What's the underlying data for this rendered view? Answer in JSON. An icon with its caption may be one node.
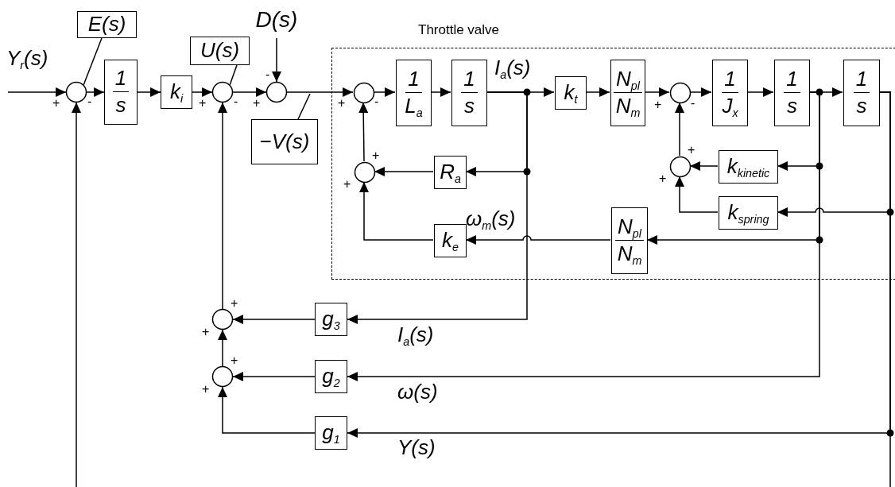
{
  "diagram": {
    "nodes": [
      {
        "text": [],
        "shape": "circle",
        "beside": [
          "+",
          "-"
        ]
      },
      {
        "text": [
          "E(s)"
        ]
      },
      {
        "text": [
          "1",
          "s"
        ]
      },
      {
        "text": [
          "k$_{i}$"
        ]
      },
      {
        "text": [],
        "shape": "circle",
        "beside": [
          "+",
          "-"
        ]
      },
      {
        "text": [
          "U(s)"
        ]
      },
      {
        "text": [
          "D(s)"
        ]
      },
      {
        "text": [],
        "shape": "circle",
        "beside": [
          "-",
          "+"
        ]
      },
      {
        "text": [
          "−V(s)"
        ]
      },
      {
        "text": [
          "Throttle valve"
        ]
      },
      {
        "text": [],
        "shape": "circle",
        "beside": [
          "+",
          "-"
        ],
        "in": 9
      },
      {
        "text": [
          "1",
          "L$_{a}$"
        ],
        "in": 9
      },
      {
        "text": [
          "1",
          "s"
        ],
        "in": 9
      },
      {
        "text": [
          "k$_{t}$"
        ],
        "in": 9
      },
      {
        "text": [
          "N$_{pl}$",
          "N$_{m}$"
        ],
        "in": 9
      },
      {
        "text": [],
        "shape": "circle",
        "beside": [
          "+",
          "-"
        ],
        "in": 9
      },
      {
        "text": [
          "1",
          "J$_{x}$"
        ],
        "in": 9
      },
      {
        "text": [
          "1",
          "s"
        ],
        "in": 9
      },
      {
        "text": [
          "1",
          "s"
        ],
        "in": 9
      },
      {
        "text": [],
        "shape": "circle",
        "beside": [
          "+",
          "+"
        ],
        "in": 9
      },
      {
        "text": [
          "R$_{a}$"
        ],
        "in": 9
      },
      {
        "text": [
          "k$_{e}$"
        ],
        "in": 9
      },
      {
        "text": [
          "N$_{pl}$",
          "N$_{m}$"
        ],
        "in": 9
      },
      {
        "text": [],
        "shape": "circle",
        "beside": [
          "+",
          "+"
        ],
        "in": 9
      },
      {
        "text": [
          "k$_{kinetic}$"
        ],
        "in": 9
      },
      {
        "text": [
          "k$_{spring}$"
        ],
        "in": 9
      },
      {
        "text": [],
        "shape": "circle",
        "beside": [
          "+",
          "+"
        ]
      },
      {
        "text": [
          "g$_{3}$"
        ]
      },
      {
        "text": [],
        "shape": "circle",
        "beside": [
          "+",
          "+"
        ]
      },
      {
        "text": [
          "g$_{2}$"
        ]
      },
      {
        "text": [
          "g$_{1}$"
        ]
      }
    ],
    "edges": [
      {
        "from": null,
        "to": 0,
        "arrow": "to"
      },
      {
        "from": 0,
        "to": 2,
        "arrow": "to"
      },
      {
        "from": 2,
        "to": 3,
        "arrow": "to"
      },
      {
        "from": 3,
        "to": 4,
        "arrow": "to"
      },
      {
        "from": 4,
        "to": 7,
        "arrow": "to"
      },
      {
        "from": 6,
        "to": 7,
        "arrow": "to"
      },
      {
        "from": 7,
        "to": 10,
        "arrow": "to"
      },
      {
        "from": 10,
        "to": 11,
        "arrow": "to"
      },
      {
        "from": 11,
        "to": 12,
        "arrow": "to"
      },
      {
        "from": 12,
        "to": 13,
        "arrow": "to"
      },
      {
        "from": 13,
        "to": 14,
        "arrow": "to"
      },
      {
        "from": 14,
        "to": 15,
        "arrow": "to"
      },
      {
        "from": 15,
        "to": 16,
        "arrow": "to"
      },
      {
        "from": 16,
        "to": 17,
        "arrow": "to"
      },
      {
        "from": 17,
        "to": 18,
        "arrow": "to"
      },
      {
        "from": 18,
        "to": null,
        "arrow": "none"
      },
      {
        "from": null,
        "to": 0,
        "arrow": "to"
      },
      {
        "from": 12,
        "to": 20,
        "arrow": "to"
      },
      {
        "from": 12,
        "to": 27,
        "arrow": "to"
      },
      {
        "from": 20,
        "to": 19,
        "arrow": "to"
      },
      {
        "from": 21,
        "to": 19,
        "arrow": "to"
      },
      {
        "from": 19,
        "to": 10,
        "arrow": "to"
      },
      {
        "from": 22,
        "to": 21,
        "arrow": "to"
      },
      {
        "from": 17,
        "to": 24,
        "arrow": "to"
      },
      {
        "from": 17,
        "to": 22,
        "arrow": "to"
      },
      {
        "from": 17,
        "to": 29,
        "arrow": "to"
      },
      {
        "from": 18,
        "to": 25,
        "arrow": "to"
      },
      {
        "from": 18,
        "to": 30,
        "arrow": "to"
      },
      {
        "from": 24,
        "to": 23,
        "arrow": "to"
      },
      {
        "from": 25,
        "to": 23,
        "arrow": "to"
      },
      {
        "from": 23,
        "to": 15,
        "arrow": "to"
      },
      {
        "from": 27,
        "to": 26,
        "arrow": "to"
      },
      {
        "from": 29,
        "to": 28,
        "arrow": "to"
      },
      {
        "from": 30,
        "to": 28,
        "arrow": "to"
      },
      {
        "from": 28,
        "to": 26,
        "arrow": "to"
      },
      {
        "from": 26,
        "to": 4,
        "arrow": "to"
      },
      {
        "from": 1,
        "to": 0,
        "arrow": "none"
      },
      {
        "from": 5,
        "to": 4,
        "arrow": "none"
      },
      {
        "from": 8,
        "to": null,
        "arrow": "none"
      }
    ],
    "labels": [
      "Y$_{r}$(s)",
      "I$_{a}$(s)",
      "ω$_{m}$(s)",
      "I$_{a}$(s)",
      "ω(s)",
      "Y(s)"
    ]
  }
}
